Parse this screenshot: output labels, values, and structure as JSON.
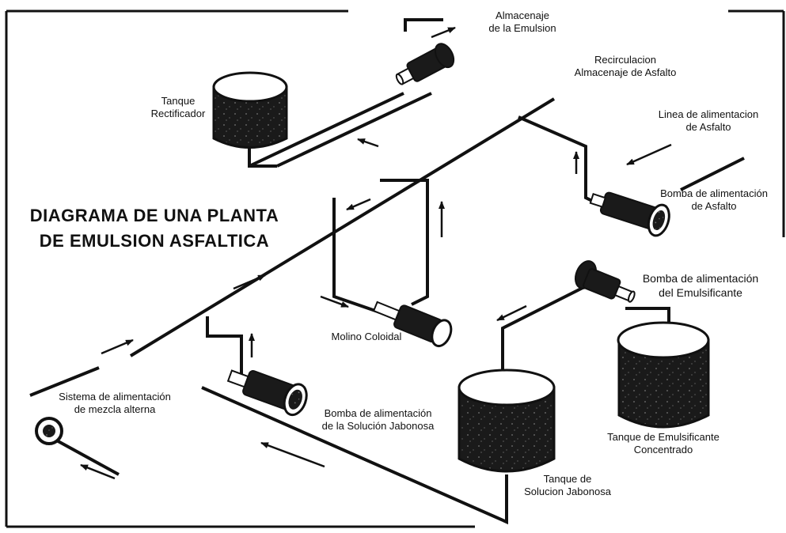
{
  "title": {
    "line1": "DIAGRAMA DE UNA PLANTA",
    "line2": "DE EMULSION ASFALTICA"
  },
  "labels": {
    "almacenaje_emulsion": {
      "l1": "Almacenaje",
      "l2": "de la Emulsion"
    },
    "recirculacion": {
      "l1": "Recirculacion",
      "l2": "Almacenaje de Asfalto"
    },
    "tanque_rectificador": {
      "l1": "Tanque",
      "l2": "Rectificador"
    },
    "linea_alimentacion": {
      "l1": "Linea de alimentacion",
      "l2": "de Asfalto"
    },
    "bomba_asfalto": {
      "l1": "Bomba de alimentación",
      "l2": "de Asfalto"
    },
    "bomba_emulsificante": {
      "l1": "Bomba de alimentación",
      "l2": "del Emulsificante"
    },
    "molino_coloidal": {
      "l1": "Molino Coloidal"
    },
    "sistema_alimentacion": {
      "l1": "Sistema de alimentación",
      "l2": "de mezcla alterna"
    },
    "bomba_jabonosa": {
      "l1": "Bomba de alimentación",
      "l2": "de la Solución Jabonosa"
    },
    "tanque_emulsificante": {
      "l1": "Tanque de Emulsificante",
      "l2": "Concentrado"
    },
    "tanque_jabonosa": {
      "l1": "Tanque de",
      "l2": "Solucion Jabonosa"
    }
  }
}
